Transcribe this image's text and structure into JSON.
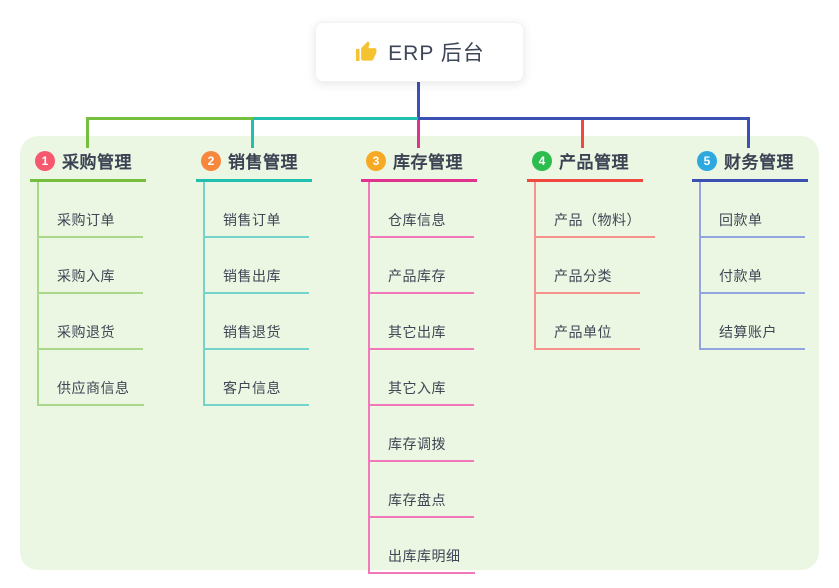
{
  "root": {
    "label": "ERP 后台",
    "icon": "thumbs-up",
    "icon_color": "#f5c332"
  },
  "panel": {
    "bg": "#ebf6e3"
  },
  "branches": [
    {
      "num": "1",
      "label": "采购管理",
      "badge_color": "#f6586d",
      "main_color": "#76bf3e",
      "child_color": "#a9d78c",
      "children": [
        "采购订单",
        "采购入库",
        "采购退货",
        "供应商信息"
      ]
    },
    {
      "num": "2",
      "label": "销售管理",
      "badge_color": "#f8873e",
      "main_color": "#20bfae",
      "child_color": "#74d4c9",
      "children": [
        "销售订单",
        "销售出库",
        "销售退货",
        "客户信息"
      ]
    },
    {
      "num": "3",
      "label": "库存管理",
      "badge_color": "#f7a923",
      "main_color": "#e0338f",
      "child_color": "#ef79bb",
      "children": [
        "仓库信息",
        "产品库存",
        "其它出库",
        "其它入库",
        "库存调拨",
        "库存盘点",
        "出库库明细"
      ]
    },
    {
      "num": "4",
      "label": "产品管理",
      "badge_color": "#2dbd4e",
      "main_color": "#f0473e",
      "child_color": "#f5938c",
      "children": [
        "产品（物料）",
        "产品分类",
        "产品单位"
      ]
    },
    {
      "num": "5",
      "label": "财务管理",
      "badge_color": "#2ea9e0",
      "main_color": "#3c50b4",
      "child_color": "#93a5e0",
      "children": [
        "回款单",
        "付款单",
        "结算账户"
      ]
    }
  ]
}
